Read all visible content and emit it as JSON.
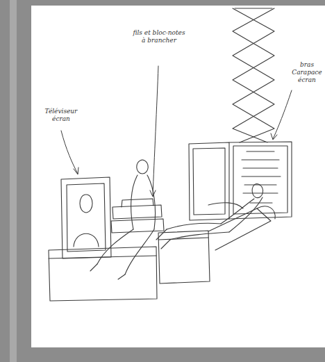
{
  "diagram": {
    "labels": [
      "Téléviseur écran",
      "fils et bloc-notes à brancher",
      "bras Carapace écran"
    ]
  }
}
